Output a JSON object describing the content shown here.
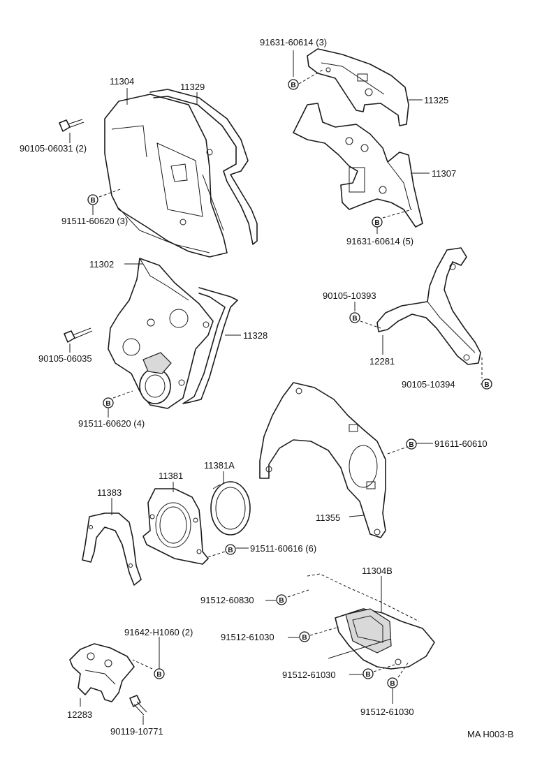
{
  "labels": {
    "p11304": "11304",
    "p11329": "11329",
    "p90105_06031": "90105-06031 (2)",
    "p91511_60620_3": "91511-60620 (3)",
    "p91631_60614_3": "91631-60614 (3)",
    "p11325": "11325",
    "p11307": "11307",
    "p91631_60614_5": "91631-60614 (5)",
    "p11302": "11302",
    "p11328": "11328",
    "p90105_06035": "90105-06035",
    "p91511_60620_4": "91511-60620 (4)",
    "p90105_10393": "90105-10393",
    "p12281": "12281",
    "p90105_10394": "90105-10394",
    "p91611_60610": "91611-60610",
    "p11381": "11381",
    "p11381A": "11381A",
    "p11383": "11383",
    "p11355": "11355",
    "p91511_60616": "91511-60616 (6)",
    "p11304B": "11304B",
    "p91512_60830": "91512-60830",
    "p91512_61030_a": "91512-61030",
    "p91642_H1060": "91642-H1060 (2)",
    "p91512_61030_b": "91512-61030",
    "p91512_61030_c": "91512-61030",
    "p12283": "12283",
    "p90119_10771": "90119-10771",
    "ref_code": "MA  H003-B"
  },
  "symbol_letter": "B"
}
